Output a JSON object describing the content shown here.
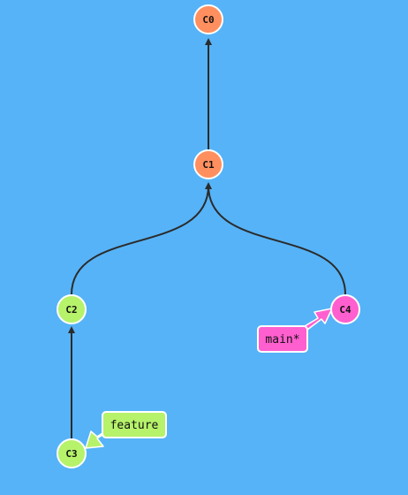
{
  "colors": {
    "background": "#56b3f7",
    "edge": "#2b2b2b",
    "node_stroke": "#ffffff",
    "commit_orange": "#ff8f5e",
    "commit_green": "#b6f26a",
    "commit_pink": "#ff5fcf"
  },
  "commits": [
    {
      "id": "C0",
      "color": "#ff8f5e"
    },
    {
      "id": "C1",
      "color": "#ff8f5e"
    },
    {
      "id": "C2",
      "color": "#b6f26a"
    },
    {
      "id": "C3",
      "color": "#b6f26a"
    },
    {
      "id": "C4",
      "color": "#ff5fcf"
    }
  ],
  "edges": [
    {
      "from": "C1",
      "to": "C0"
    },
    {
      "from": "C2",
      "to": "C1"
    },
    {
      "from": "C4",
      "to": "C1"
    },
    {
      "from": "C3",
      "to": "C2"
    }
  ],
  "branches": [
    {
      "name": "feature",
      "target": "C3",
      "color": "#b6f26a"
    },
    {
      "name": "main*",
      "target": "C4",
      "color": "#ff5fcf"
    }
  ]
}
